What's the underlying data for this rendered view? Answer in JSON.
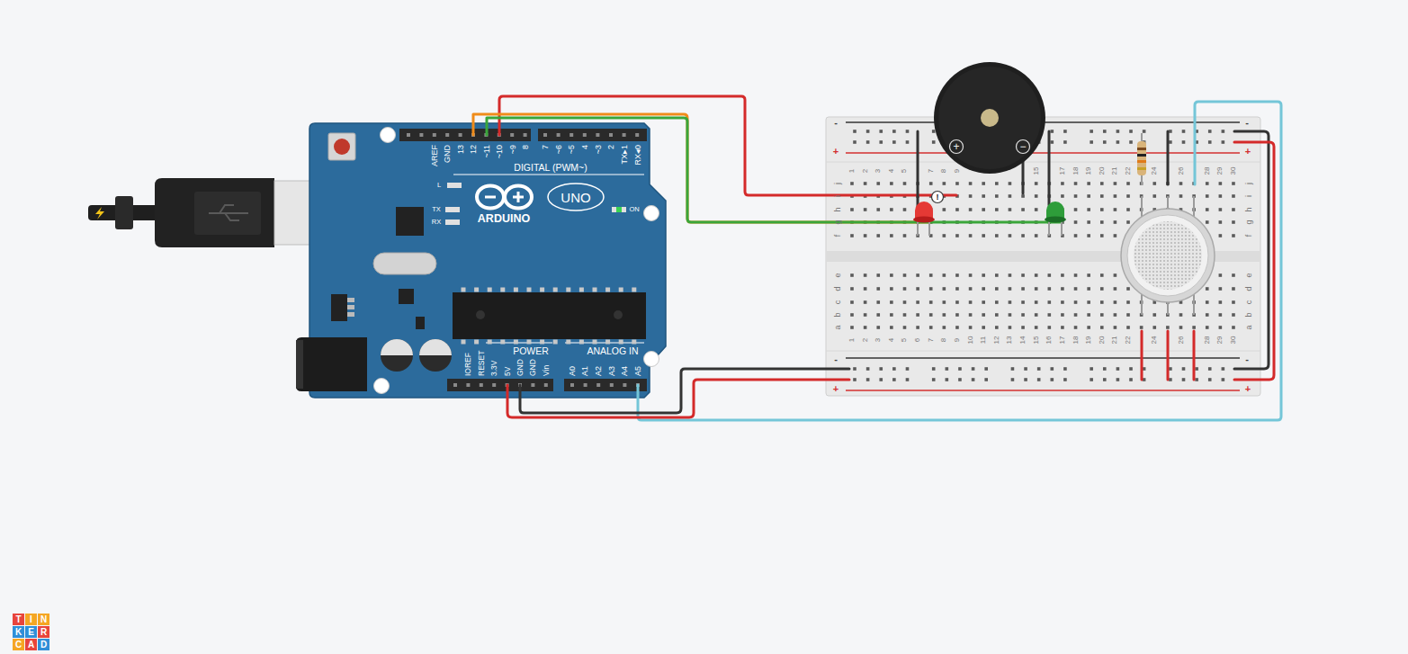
{
  "diagram": {
    "labels": [
      "AREF",
      "GND",
      "13",
      "12",
      "~11",
      "~10",
      "~9",
      "8",
      "7",
      "~6",
      "~5",
      "4",
      "~3",
      "2",
      "TX▸1",
      "RX◂0",
      "DIGITAL (PWM~)",
      "L",
      "TX",
      "RX",
      "ARDUINO",
      "UNO",
      "ON",
      "IOREF",
      "RESET",
      "3.3V",
      "5V",
      "GND",
      "GND",
      "Vin",
      "POWER",
      "ANALOG IN",
      "A0",
      "A1",
      "A2",
      "A3",
      "A4",
      "A5",
      "-",
      "+",
      "-",
      "+",
      "-",
      "+",
      "-",
      "+",
      "1",
      "2",
      "3",
      "4",
      "5",
      "7",
      "8",
      "9",
      "15",
      "17",
      "18",
      "19",
      "20",
      "21",
      "22",
      "24",
      "26",
      "28",
      "29",
      "30",
      "j",
      "i",
      "h",
      "g",
      "f",
      "e",
      "d",
      "c",
      "b",
      "a",
      "j",
      "i",
      "h",
      "g",
      "f",
      "e",
      "d",
      "c",
      "b",
      "a",
      "1",
      "2",
      "3",
      "4",
      "5",
      "6",
      "7",
      "8",
      "9",
      "10",
      "11",
      "12",
      "13",
      "14",
      "15",
      "16",
      "17",
      "18",
      "19",
      "20",
      "21",
      "22",
      "24",
      "26",
      "28",
      "29",
      "30",
      "+",
      "−",
      "!",
      "T",
      "I",
      "N",
      "K",
      "E",
      "R",
      "C",
      "A",
      "D"
    ]
  }
}
